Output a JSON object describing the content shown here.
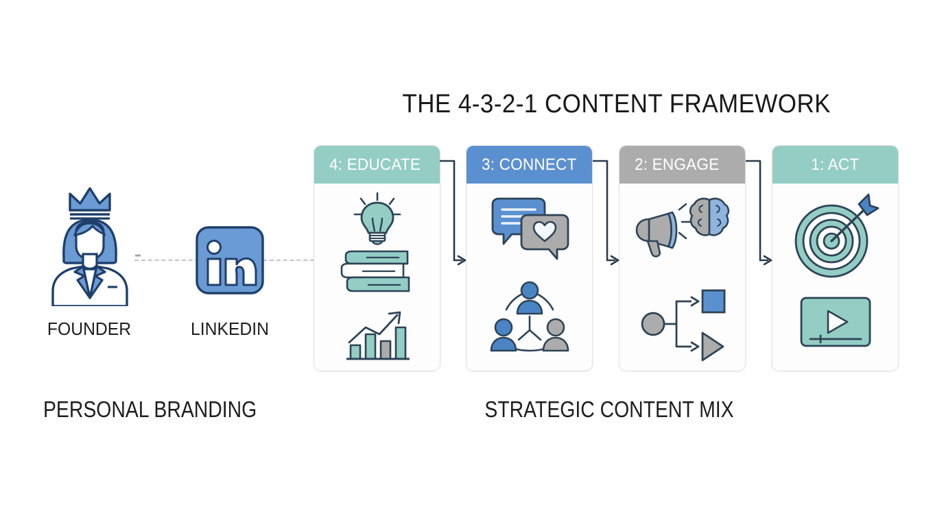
{
  "title": "THE 4-3-2-1 CONTENT FRAMEWORK",
  "captions": {
    "left": "PERSONAL BRANDING",
    "right": "STRATEGIC CONTENT MIX"
  },
  "source_nodes": [
    {
      "id": "founder",
      "label": "FOUNDER",
      "icon": "founder-crown-icon"
    },
    {
      "id": "linkedin",
      "label": "LINKEDIN",
      "icon": "linkedin-logo-icon"
    }
  ],
  "colors": {
    "teal": "#93cdc4",
    "blue": "#5b90d0",
    "gray": "#acacac",
    "outline": "#2d4356",
    "card_border": "#e2e2e2",
    "dashed_line": "#c2c2c2",
    "connector": "#2b3a4a",
    "text": "#1d1d1d"
  },
  "cards": [
    {
      "id": "educate",
      "header": "4: EDUCATE",
      "number": "4",
      "name": "EDUCATE",
      "header_color": "#93cdc4",
      "header_align": "left",
      "icons": [
        "lightbulb-icon",
        "stacked-books-icon",
        "growth-bar-chart-icon"
      ]
    },
    {
      "id": "connect",
      "header": "3: CONNECT",
      "number": "3",
      "name": "CONNECT",
      "header_color": "#5b90d0",
      "header_align": "left",
      "icons": [
        "speech-bubbles-heart-icon",
        "people-network-icon"
      ]
    },
    {
      "id": "engage",
      "header": "2: ENGAGE",
      "number": "2",
      "name": "ENGAGE",
      "header_color": "#acacac",
      "header_align": "left",
      "icons": [
        "megaphone-brain-icon",
        "branching-flow-icon"
      ]
    },
    {
      "id": "act",
      "header": "1: ACT",
      "number": "1",
      "name": "ACT",
      "header_color": "#93cdc4",
      "header_align": "center",
      "icons": [
        "target-arrow-icon",
        "video-player-icon"
      ]
    }
  ],
  "connectors": [
    {
      "from": "educate",
      "to": "connect"
    },
    {
      "from": "connect",
      "to": "engage"
    },
    {
      "from": "engage",
      "to": "act"
    }
  ]
}
